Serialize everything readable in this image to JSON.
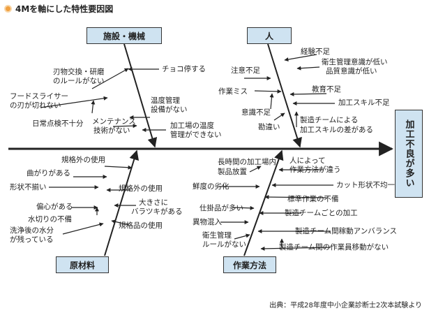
{
  "title": "4Mを軸にした特性要因図",
  "effect": "加工不良が多い",
  "categories": {
    "facility": "施設・機械",
    "people": "人",
    "material": "原材料",
    "method": "作業方法"
  },
  "facility": {
    "blade_swap_1": "刃物交換・研磨",
    "blade_swap_2": "のルールがない",
    "chococo": "チョコ停する",
    "slicer_1": "フードスライサー",
    "slicer_2": "の刃が切れない",
    "temp_mgmt_1": "温度管理",
    "temp_mgmt_2": "設備がない",
    "daily_check": "日常点検不十分",
    "maint_1": "メンテナンス",
    "maint_2": "技術がない",
    "temp_ctrl_1": "加工場の温度",
    "temp_ctrl_2": "管理ができない"
  },
  "people": {
    "experience": "経験不足",
    "attention": "注意不足",
    "hygiene_1": "衛生管理意識が低い",
    "hygiene_2": "品質意識が低い",
    "work_error": "作業ミス",
    "edu": "教育不足",
    "awareness": "意識不足",
    "skill": "加工スキル不足",
    "misunderstand": "勘違い",
    "team_1": "製造チームによる",
    "team_2": "加工スキルの差がある"
  },
  "material": {
    "off_spec_1": "規格外の使用",
    "bent": "曲がりがある",
    "uneven_shape": "形状不揃い",
    "off_spec_2": "規格外の使用",
    "bias": "偏心がある",
    "variation_1": "大きさに",
    "variation_2": "バラツキがある",
    "drain": "水切りの不備",
    "water_1": "洗浄後の水分",
    "water_2": "が残っている",
    "std_use": "規格品の使用"
  },
  "method": {
    "long_time_1": "長時間の加工場内",
    "long_time_2": "製品放置",
    "person_diff_1": "人によって",
    "person_diff_2": "作業方法が違う",
    "freshness": "鮮度の劣化",
    "cut_shape": "カット形状不均一",
    "wip_many": "仕掛品が多い",
    "std_work": "標準作業の不備",
    "foreign": "異物混入",
    "team_proc": "製造チームごとの加工",
    "hygiene_1": "衛生管理",
    "hygiene_2": "ルールがない",
    "imbalance": "製造チーム間稼動アンバランス",
    "movement": "製造チーム間の作業員移動がない"
  },
  "source": "出典：平成28年度中小企業診断士2次本試験より",
  "colors": {
    "box": "#cfe3f1",
    "dot": "#f0a040",
    "line": "#222222"
  }
}
